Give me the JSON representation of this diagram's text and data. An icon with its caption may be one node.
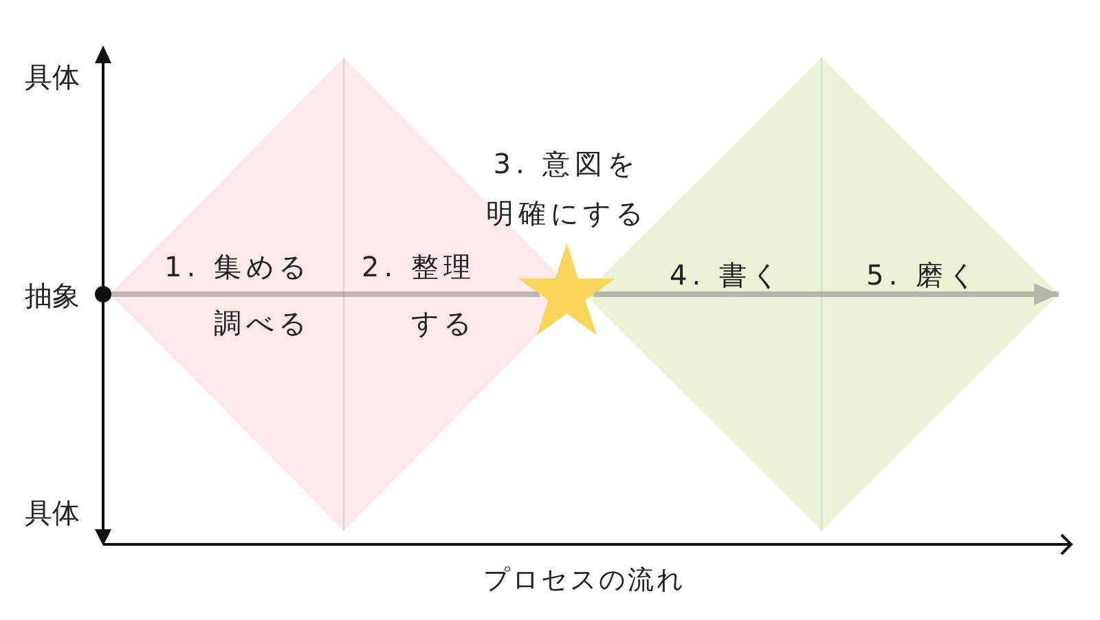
{
  "diagram": {
    "nodes": [
      {
        "text": [
          "1. 集める調べる",
          "2. 整理する"
        ]
      },
      {
        "text": [],
        "shape": "star",
        "beside": [
          "3. 意図を明確にする"
        ]
      },
      {
        "text": [
          "4. 書く",
          "5. 磨く"
        ]
      }
    ],
    "edges": [
      {
        "from": 0,
        "to": 1,
        "arrow": "none"
      },
      {
        "from": 1,
        "to": 2,
        "arrow": "to"
      }
    ],
    "labels": [
      "具体",
      "抽象",
      "具体",
      "プロセスの流れ"
    ]
  }
}
